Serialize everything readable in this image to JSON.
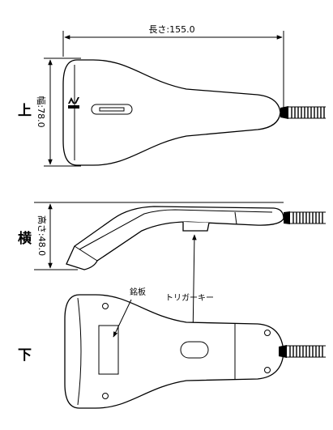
{
  "dimensions": {
    "length": "長さ:155.0",
    "width": "幅:78.0",
    "height": "高さ:48.0"
  },
  "views": {
    "top": "上",
    "side": "横",
    "bottom": "下"
  },
  "callouts": {
    "nameplate": "銘板",
    "trigger_key": "トリガーキー"
  }
}
